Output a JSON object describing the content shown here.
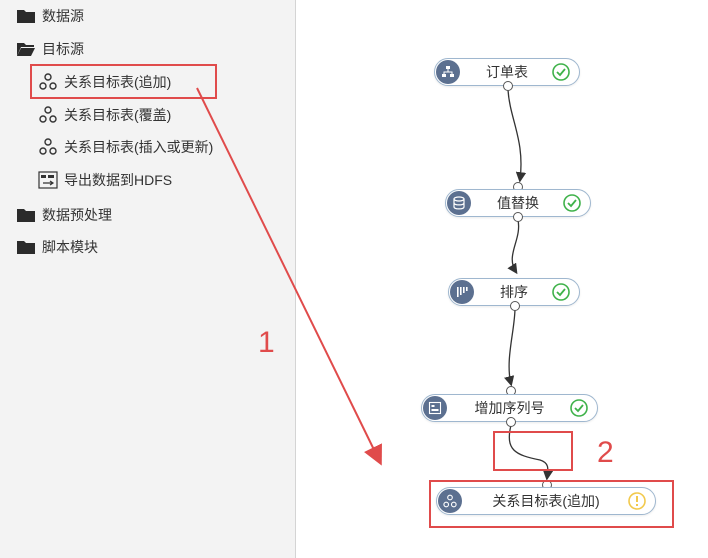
{
  "sidebar": {
    "items": [
      {
        "label": "数据源",
        "icon": "folder-icon"
      },
      {
        "label": "目标源",
        "icon": "folder-open-icon"
      },
      {
        "label": "关系目标表(追加)",
        "icon": "relational-table-icon"
      },
      {
        "label": "关系目标表(覆盖)",
        "icon": "relational-table-icon"
      },
      {
        "label": "关系目标表(插入或更新)",
        "icon": "relational-table-icon"
      },
      {
        "label": "导出数据到HDFS",
        "icon": "hdfs-export-icon"
      },
      {
        "label": "数据预处理",
        "icon": "folder-icon"
      },
      {
        "label": "脚本模块",
        "icon": "folder-icon"
      }
    ]
  },
  "flow": {
    "nodes": [
      {
        "label": "订单表",
        "icon": "table-icon",
        "status": "success"
      },
      {
        "label": "值替换",
        "icon": "database-icon",
        "status": "success"
      },
      {
        "label": "排序",
        "icon": "sort-icon",
        "status": "success"
      },
      {
        "label": "增加序列号",
        "icon": "sequence-icon",
        "status": "success"
      },
      {
        "label": "关系目标表(追加)",
        "icon": "relational-table-icon",
        "status": "warning"
      }
    ]
  },
  "annotations": {
    "step1": "1",
    "step2": "2"
  },
  "colors": {
    "annotation_red": "#e04b4b",
    "success_green": "#3fb24a",
    "warning_yellow": "#f2c94c",
    "node_icon_bg": "#5c7090",
    "node_border": "#9fb7cf"
  }
}
